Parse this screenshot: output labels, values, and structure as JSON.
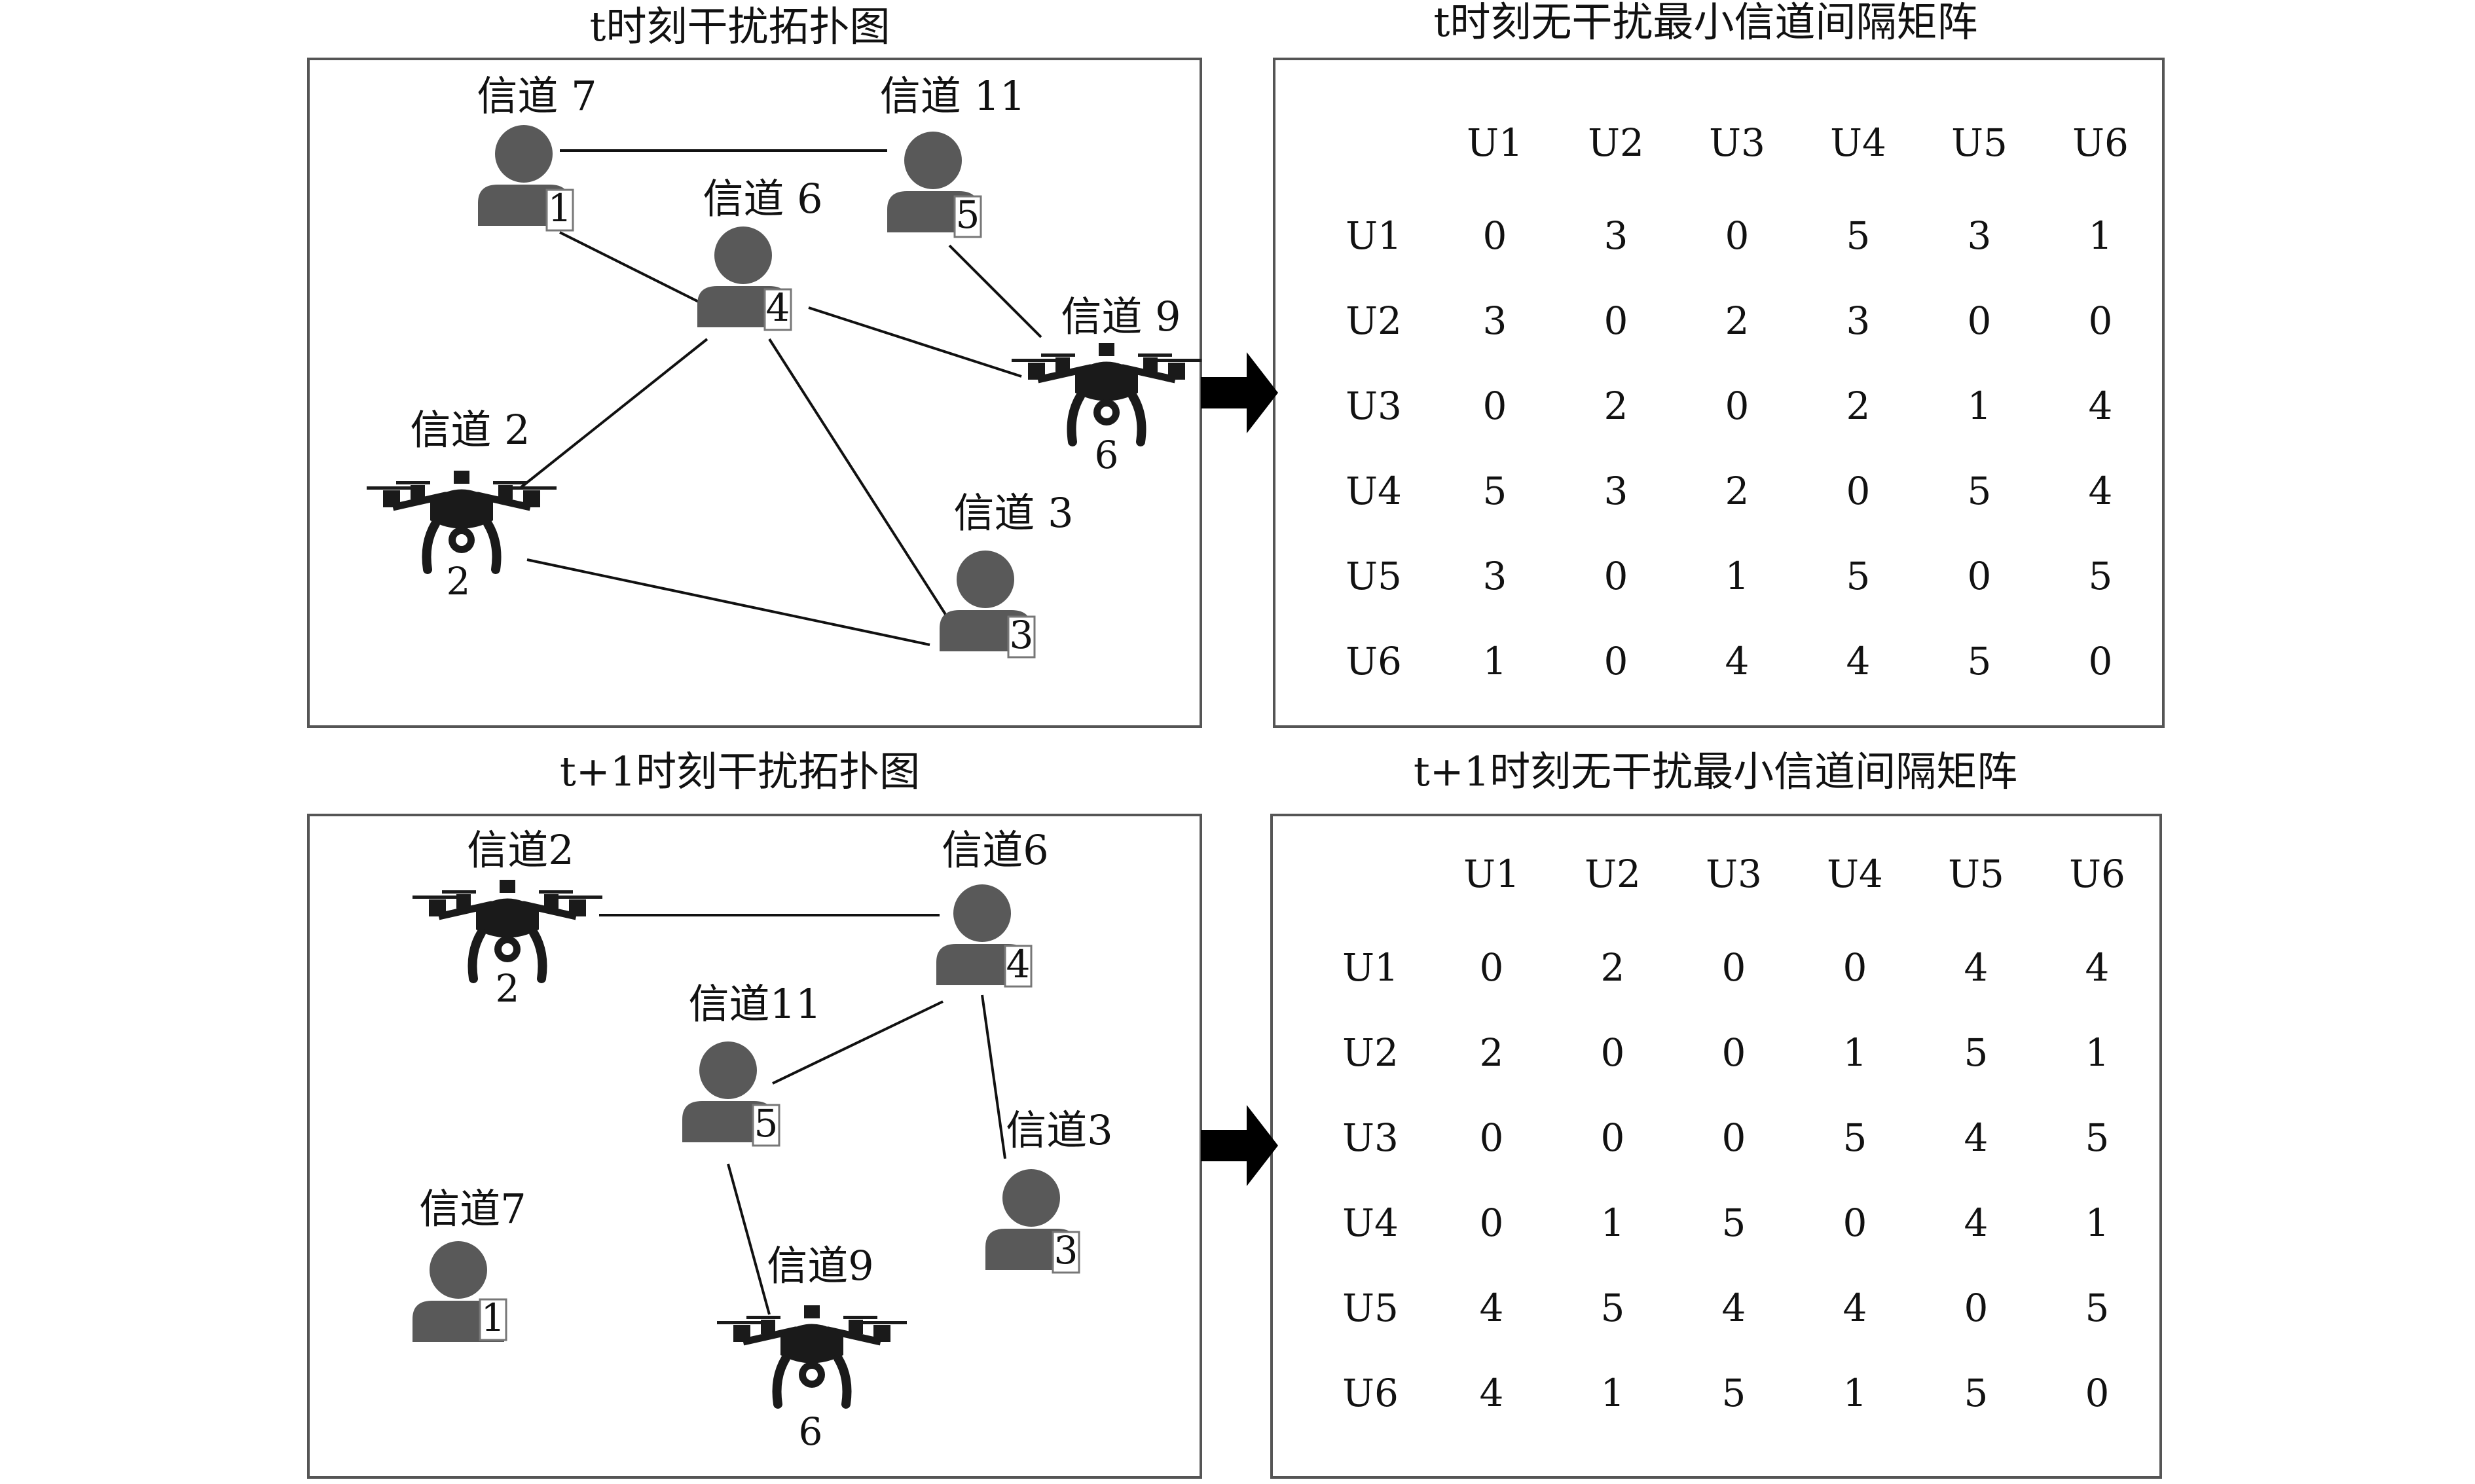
{
  "top": {
    "topology_title": "t时刻干扰拓扑图",
    "matrix_title": "t时刻无干扰最小信道间隔矩阵",
    "nodes": [
      {
        "id": "1",
        "kind": "user",
        "channel": "信道 7",
        "badge": "1"
      },
      {
        "id": "5",
        "kind": "user",
        "channel": "信道 11",
        "badge": "5"
      },
      {
        "id": "4",
        "kind": "user",
        "channel": "信道 6",
        "badge": "4"
      },
      {
        "id": "6",
        "kind": "drone",
        "channel": "信道 9",
        "badge": "6"
      },
      {
        "id": "2",
        "kind": "drone",
        "channel": "信道 2",
        "badge": "2"
      },
      {
        "id": "3",
        "kind": "user",
        "channel": "信道 3",
        "badge": "3"
      }
    ],
    "edges": [
      [
        "1",
        "5"
      ],
      [
        "1",
        "4"
      ],
      [
        "5",
        "6"
      ],
      [
        "4",
        "6"
      ],
      [
        "4",
        "2"
      ],
      [
        "4",
        "3"
      ],
      [
        "2",
        "3"
      ]
    ],
    "matrix": {
      "headers": [
        "U1",
        "U2",
        "U3",
        "U4",
        "U5",
        "U6"
      ],
      "rows": [
        {
          "label": "U1",
          "values": [
            "0",
            "3",
            "0",
            "5",
            "3",
            "1"
          ]
        },
        {
          "label": "U2",
          "values": [
            "3",
            "0",
            "2",
            "3",
            "0",
            "0"
          ]
        },
        {
          "label": "U3",
          "values": [
            "0",
            "2",
            "0",
            "2",
            "1",
            "4"
          ]
        },
        {
          "label": "U4",
          "values": [
            "5",
            "3",
            "2",
            "0",
            "5",
            "4"
          ]
        },
        {
          "label": "U5",
          "values": [
            "3",
            "0",
            "1",
            "5",
            "0",
            "5"
          ]
        },
        {
          "label": "U6",
          "values": [
            "1",
            "0",
            "4",
            "4",
            "5",
            "0"
          ]
        }
      ]
    }
  },
  "bottom": {
    "topology_title": "t+1时刻干扰拓扑图",
    "matrix_title": "t+1时刻无干扰最小信道间隔矩阵",
    "nodes": [
      {
        "id": "2",
        "kind": "drone",
        "channel": "信道2",
        "badge": "2"
      },
      {
        "id": "4",
        "kind": "user",
        "channel": "信道6",
        "badge": "4"
      },
      {
        "id": "5",
        "kind": "user",
        "channel": "信道11",
        "badge": "5"
      },
      {
        "id": "3",
        "kind": "user",
        "channel": "信道3",
        "badge": "3"
      },
      {
        "id": "1",
        "kind": "user",
        "channel": "信道7",
        "badge": "1"
      },
      {
        "id": "6",
        "kind": "drone",
        "channel": "信道9",
        "badge": "6"
      }
    ],
    "edges": [
      [
        "2",
        "4"
      ],
      [
        "4",
        "5"
      ],
      [
        "4",
        "3"
      ],
      [
        "5",
        "6"
      ]
    ],
    "matrix": {
      "headers": [
        "U1",
        "U2",
        "U3",
        "U4",
        "U5",
        "U6"
      ],
      "rows": [
        {
          "label": "U1",
          "values": [
            "0",
            "2",
            "0",
            "0",
            "4",
            "4"
          ]
        },
        {
          "label": "U2",
          "values": [
            "2",
            "0",
            "0",
            "1",
            "5",
            "1"
          ]
        },
        {
          "label": "U3",
          "values": [
            "0",
            "0",
            "0",
            "5",
            "4",
            "5"
          ]
        },
        {
          "label": "U4",
          "values": [
            "0",
            "1",
            "5",
            "0",
            "4",
            "1"
          ]
        },
        {
          "label": "U5",
          "values": [
            "4",
            "5",
            "4",
            "4",
            "0",
            "5"
          ]
        },
        {
          "label": "U6",
          "values": [
            "4",
            "1",
            "5",
            "1",
            "5",
            "0"
          ]
        }
      ]
    }
  },
  "colors": {
    "person": "#595959",
    "drone": "#1a1a1a",
    "line": "#111111",
    "border": "#555555"
  },
  "icons": [
    "user-icon",
    "drone-icon",
    "arrow-right-icon"
  ]
}
